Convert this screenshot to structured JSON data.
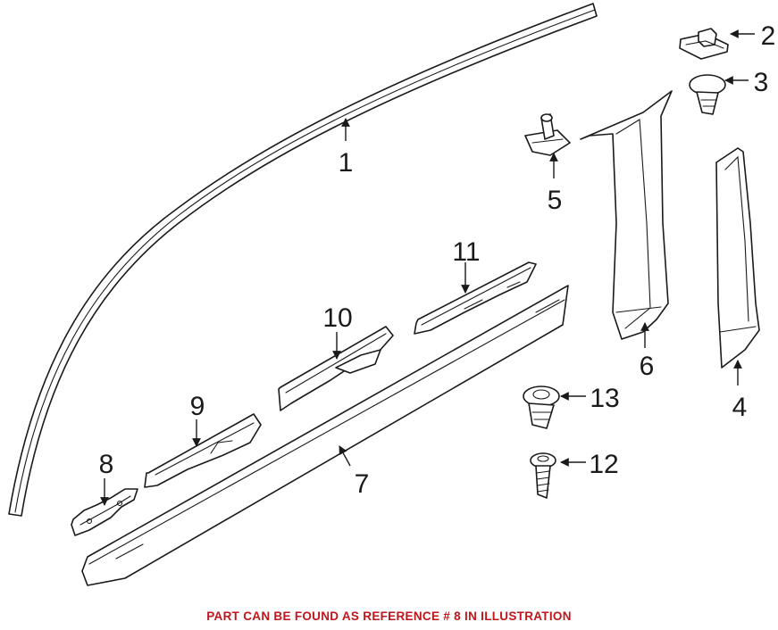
{
  "callouts": {
    "c1": "1",
    "c2": "2",
    "c3": "3",
    "c4": "4",
    "c5": "5",
    "c6": "6",
    "c7": "7",
    "c8": "8",
    "c9": "9",
    "c10": "10",
    "c11": "11",
    "c12": "12",
    "c13": "13"
  },
  "footer": {
    "note": "PART CAN BE FOUND AS REFERENCE # 8 IN ILLUSTRATION"
  },
  "colors": {
    "line": "#1a1a1a",
    "note": "#c0161b",
    "background": "#ffffff"
  }
}
